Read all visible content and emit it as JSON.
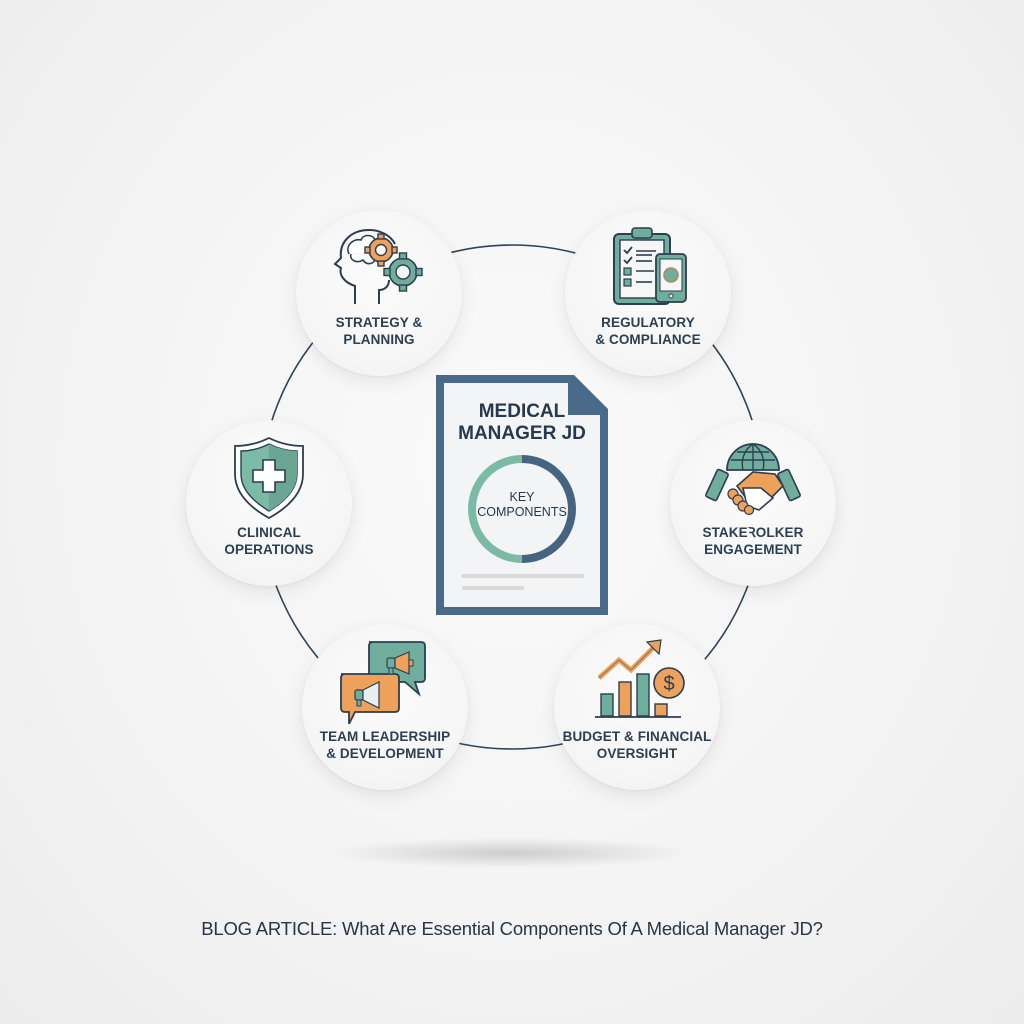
{
  "center": {
    "title_line1": "MEDICAL",
    "title_line2": "MANAGER JD",
    "ring_line1": "KEY",
    "ring_line2": "COMPONENTS",
    "icon": "document-icon"
  },
  "nodes": [
    {
      "id": "strategy",
      "line1": "STRATEGY &",
      "line2": "PLANNING",
      "icon": "head-gears-icon"
    },
    {
      "id": "regulatory",
      "line1": "REGULATORY",
      "line2": "& COMPLIANCE",
      "icon": "clipboard-tablet-icon"
    },
    {
      "id": "stakeholder",
      "line1": "STAKEꝚOLKER",
      "line2": "ENGAGEMENT",
      "icon": "globe-handshake-icon"
    },
    {
      "id": "budget",
      "line1": "BUDGET & FINANCIAL",
      "line2": "OVERSIGHT",
      "icon": "growth-chart-dollar-icon"
    },
    {
      "id": "team",
      "line1": "TEAM LEADERSHIP",
      "line2": "& DEVELOPMENT",
      "icon": "megaphone-chat-icon"
    },
    {
      "id": "clinical",
      "line1": "CLINICAL",
      "line2": "OPERATIONS",
      "icon": "medical-shield-icon"
    }
  ],
  "caption": "BLOG ARTICLE: What Are Essential Components Of A Medical Manager JD?",
  "colors": {
    "navy": "#2c3e50",
    "doc_blue": "#4a6a8a",
    "teal": "#6fae9c",
    "orange": "#eea15a",
    "background": "#f4f4f4"
  }
}
